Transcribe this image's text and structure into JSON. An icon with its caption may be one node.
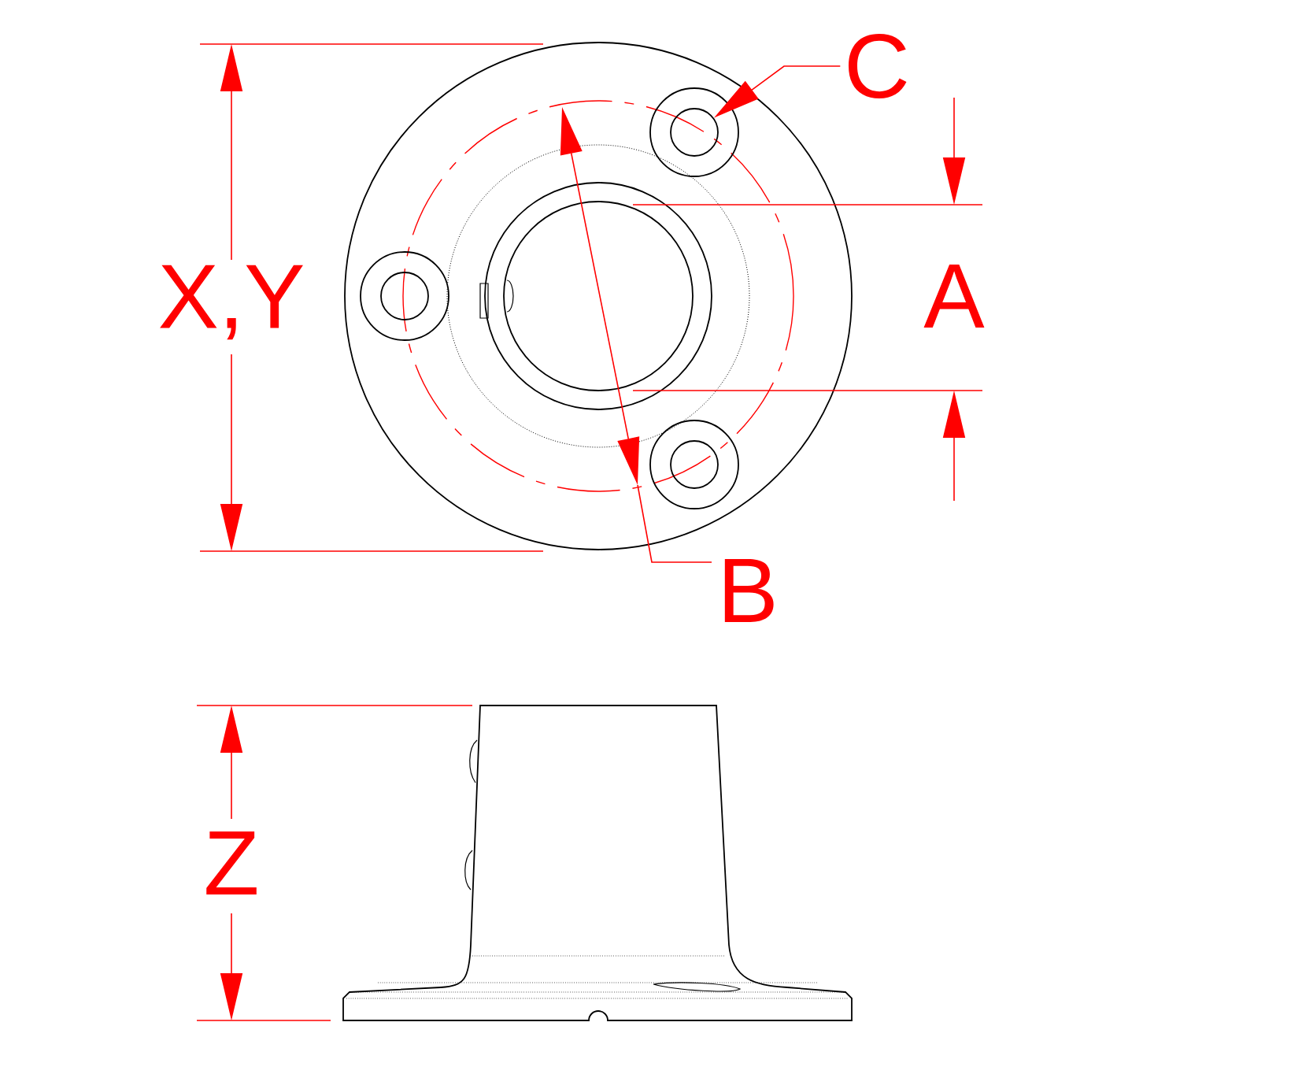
{
  "diagram": {
    "nodes": [
      {
        "text": [
          "C"
        ]
      },
      {
        "text": [],
        "shape": "circle"
      }
    ],
    "edges": [
      {
        "from": 0,
        "to": 1,
        "arrow": "to"
      }
    ],
    "labels": [
      "X,Y",
      "A",
      "B",
      "Z"
    ]
  }
}
